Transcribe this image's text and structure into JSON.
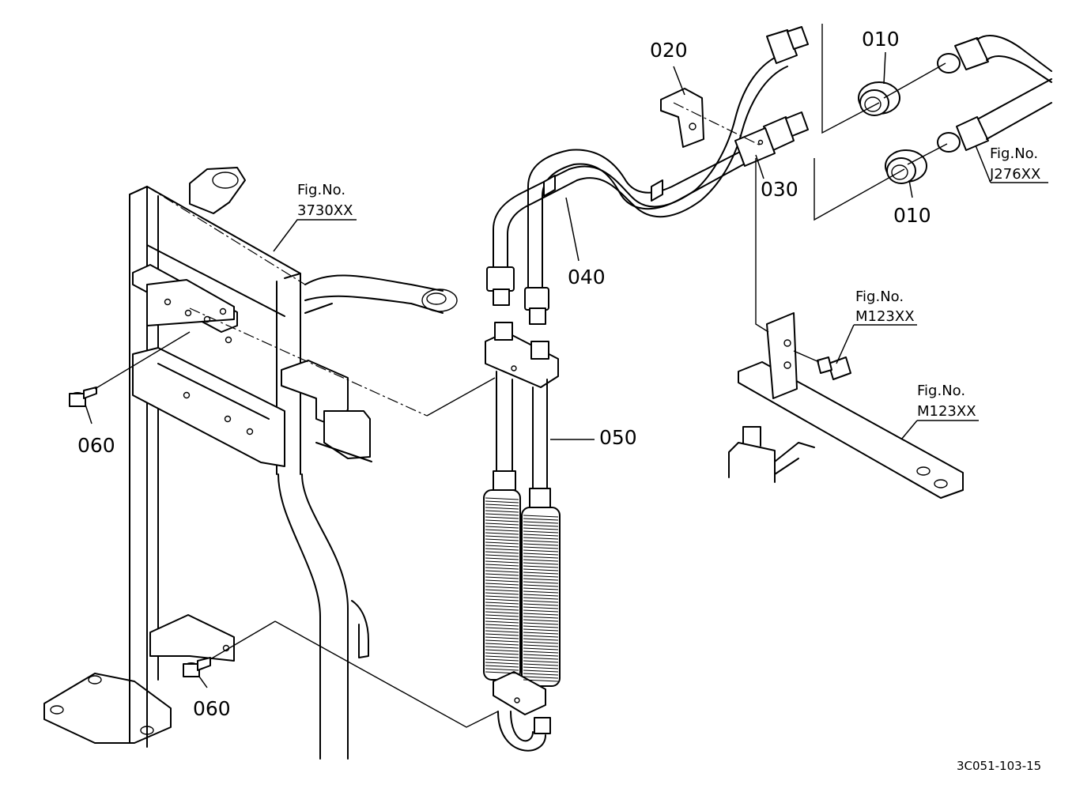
{
  "callouts": {
    "p010_top": "010",
    "p010_bottom": "010",
    "p020": "020",
    "p030": "030",
    "p040": "040",
    "p050": "050",
    "p060_left": "060",
    "p060_bottom": "060"
  },
  "fig_refs": {
    "r3730": {
      "title": "Fig.No.",
      "code": "3730XX"
    },
    "rJ276": {
      "title": "Fig.No.",
      "code": "J276XX"
    },
    "rM123a": {
      "title": "Fig.No.",
      "code": "M123XX"
    },
    "rM123b": {
      "title": "Fig.No.",
      "code": "M123XX"
    }
  },
  "drawing_code": "3C051-103-15"
}
